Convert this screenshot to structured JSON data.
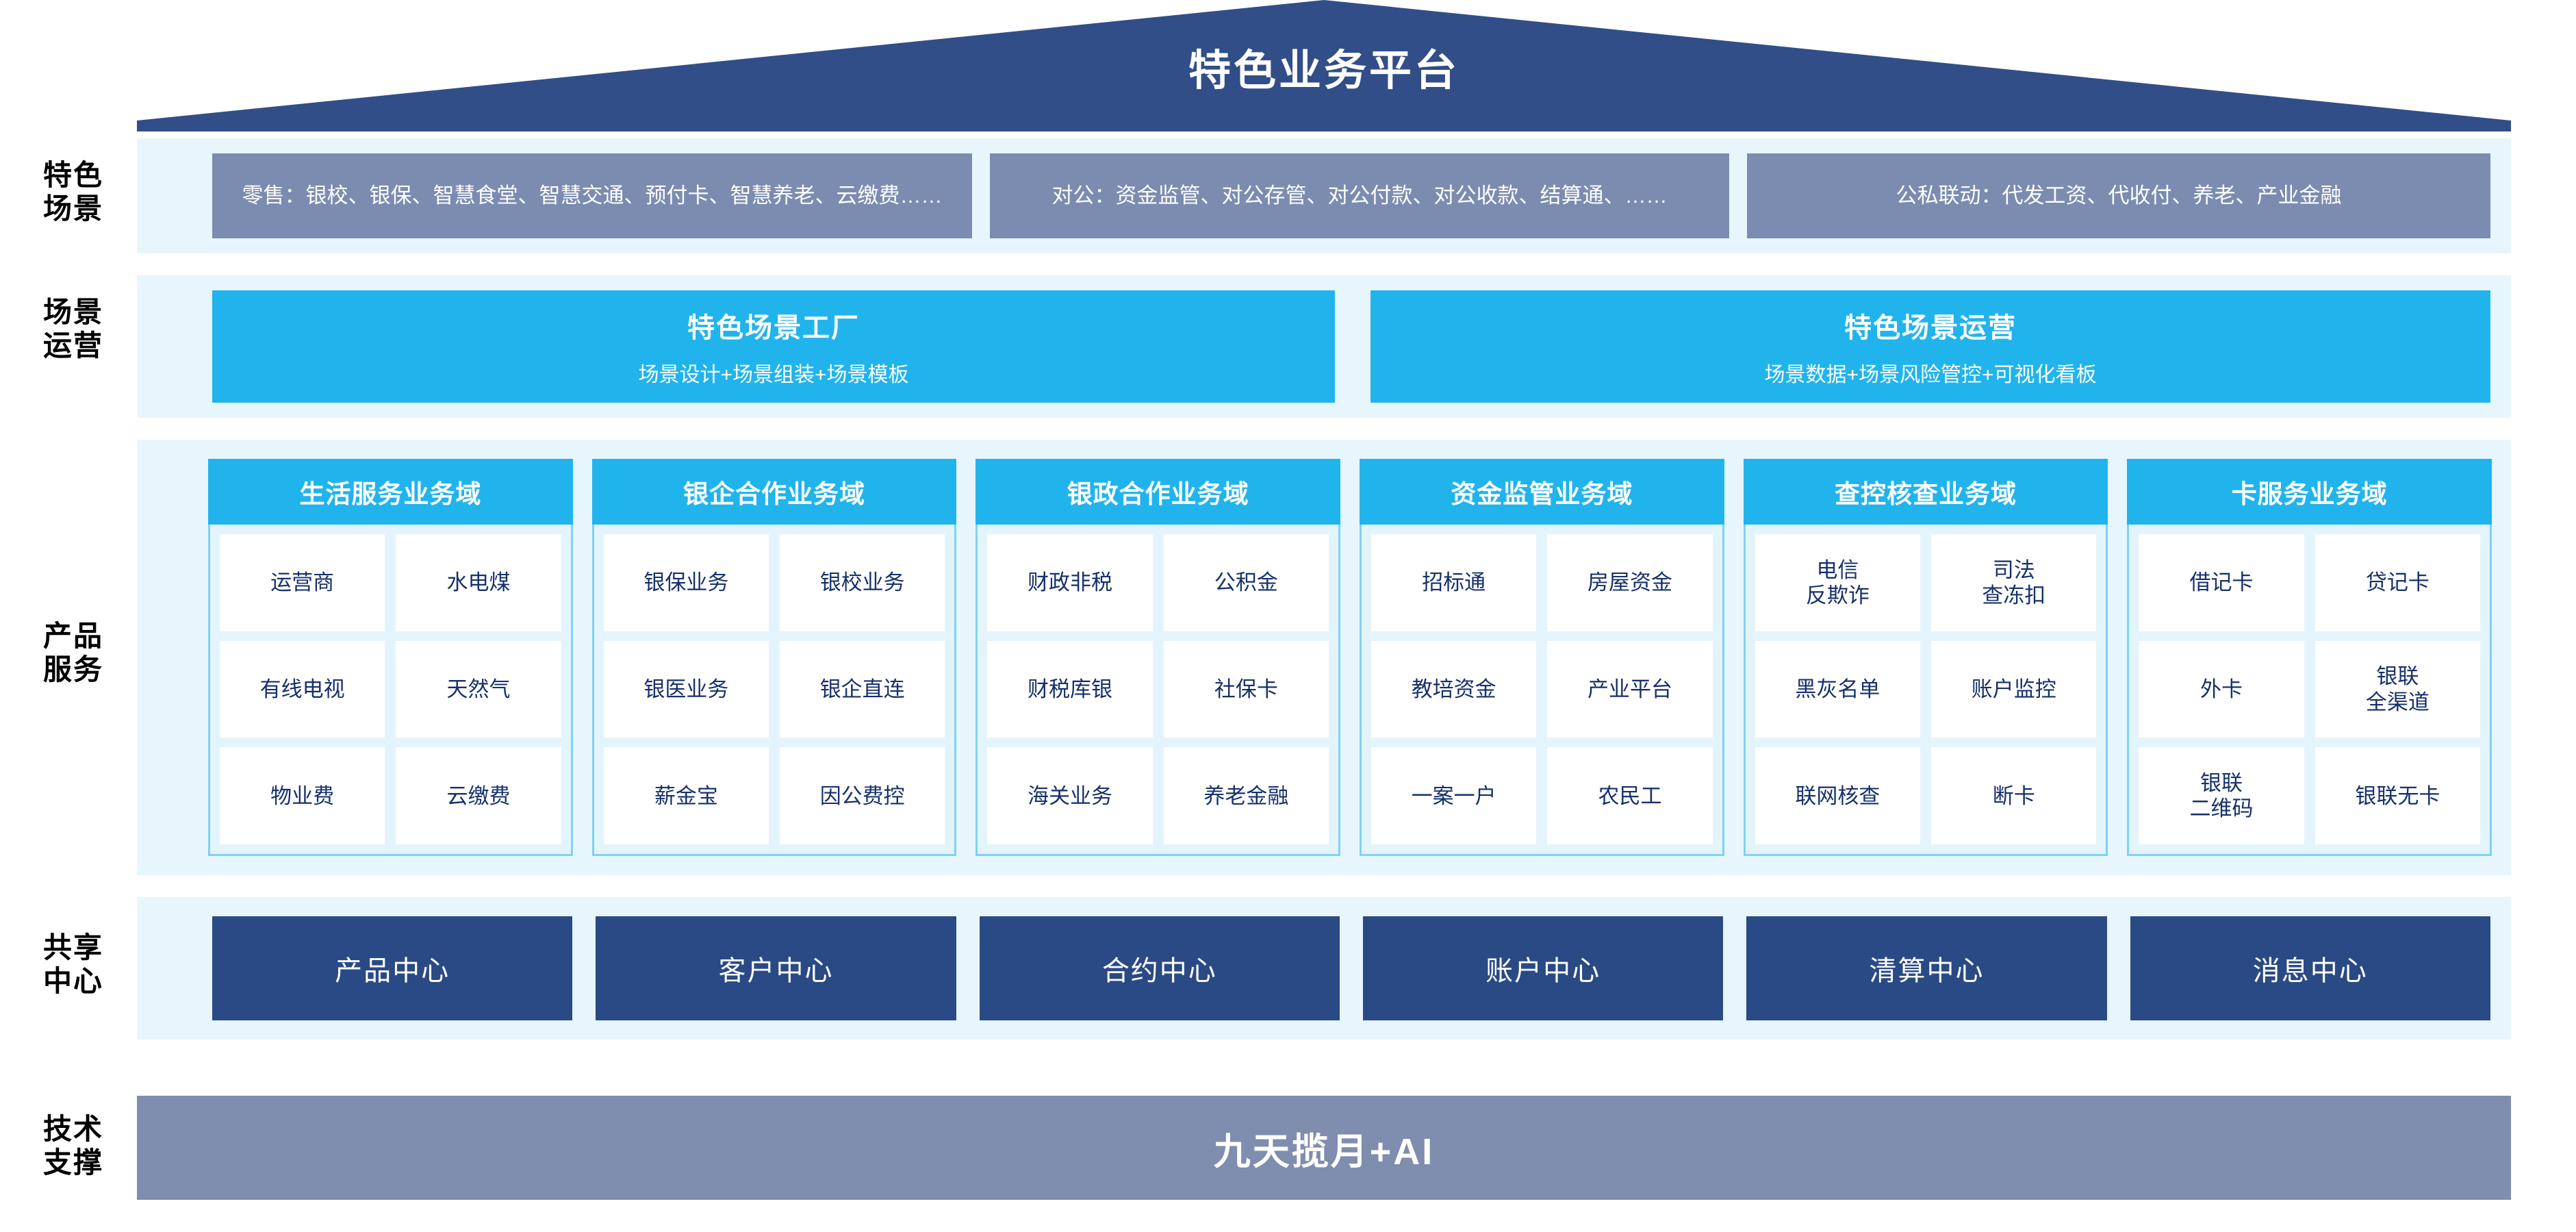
{
  "title": "特色业务平台",
  "colors": {
    "roof": "#314e88",
    "band_bg": "#e7f6fd",
    "scenario_box": "#7b8cb0",
    "cyan": "#21b4ec",
    "navy": "#2a4a85",
    "slate": "#7f8dae",
    "tile_text": "#16306b"
  },
  "row_labels": [
    {
      "key": "scenario",
      "text": "特色\n场景"
    },
    {
      "key": "operation",
      "text": "场景\n运营"
    },
    {
      "key": "product",
      "text": "产品\n服务"
    },
    {
      "key": "shared",
      "text": "共享\n中心"
    },
    {
      "key": "tech",
      "text": "技术\n支撑"
    }
  ],
  "scenarios": [
    "零售：银校、银保、智慧食堂、智慧交通、预付卡、智慧养老、云缴费……",
    "对公：资金监管、对公存管、对公付款、对公收款、结算通、……",
    "公私联动：代发工资、代收付、养老、产业金融"
  ],
  "operations": [
    {
      "title": "特色场景工厂",
      "subtitle": "场景设计+场景组装+场景模板"
    },
    {
      "title": "特色场景运营",
      "subtitle": "场景数据+场景风险管控+可视化看板"
    }
  ],
  "domains": [
    {
      "title": "生活服务业务域",
      "rows": [
        [
          "运营商",
          "水电煤"
        ],
        [
          "有线电视",
          "天然气"
        ],
        [
          "物业费",
          "云缴费"
        ]
      ]
    },
    {
      "title": "银企合作业务域",
      "rows": [
        [
          "银保业务",
          "银校业务"
        ],
        [
          "银医业务",
          "银企直连"
        ],
        [
          "薪金宝",
          "因公费控"
        ]
      ]
    },
    {
      "title": "银政合作业务域",
      "rows": [
        [
          "财政非税",
          "公积金"
        ],
        [
          "财税库银",
          "社保卡"
        ],
        [
          "海关业务",
          "养老金融"
        ]
      ]
    },
    {
      "title": "资金监管业务域",
      "rows": [
        [
          "招标通",
          "房屋资金"
        ],
        [
          "教培资金",
          "产业平台"
        ],
        [
          "一案一户",
          "农民工"
        ]
      ]
    },
    {
      "title": "查控核查业务域",
      "rows": [
        [
          "电信\n反欺诈",
          "司法\n查冻扣"
        ],
        [
          "黑灰名单",
          "账户监控"
        ],
        [
          "联网核查",
          "断卡"
        ]
      ]
    },
    {
      "title": "卡服务业务域",
      "rows": [
        [
          "借记卡",
          "贷记卡"
        ],
        [
          "外卡",
          "银联\n全渠道"
        ],
        [
          "银联\n二维码",
          "银联无卡"
        ]
      ]
    }
  ],
  "shared_centers": [
    "产品中心",
    "客户中心",
    "合约中心",
    "账户中心",
    "清算中心",
    "消息中心"
  ],
  "tech_support": "九天揽月+AI"
}
